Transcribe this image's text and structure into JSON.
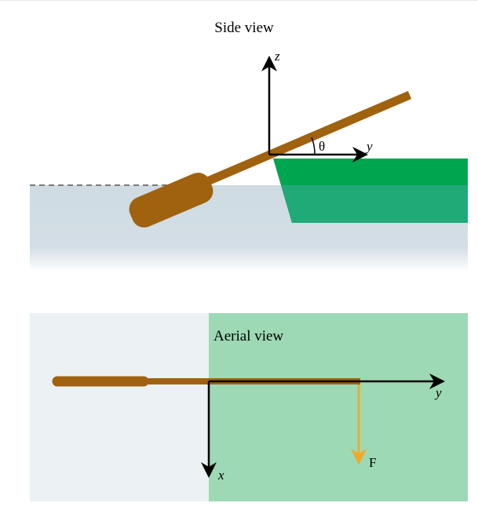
{
  "side_view": {
    "title": "Side view",
    "axis_z": "z",
    "axis_y": "y",
    "angle_label": "θ"
  },
  "aerial_view": {
    "title": "Aerial view",
    "axis_y": "y",
    "axis_x": "x",
    "force_label": "F"
  },
  "colors": {
    "water": "#cfdbe2",
    "boat_green": "#00a550",
    "boat_green_submerged": "#1faa78",
    "oar": "#a0620f",
    "aerial_water": "#ecf1f3",
    "aerial_boat": "#9cd9b4",
    "force_arrow": "#f5a623",
    "axis": "#000000"
  }
}
